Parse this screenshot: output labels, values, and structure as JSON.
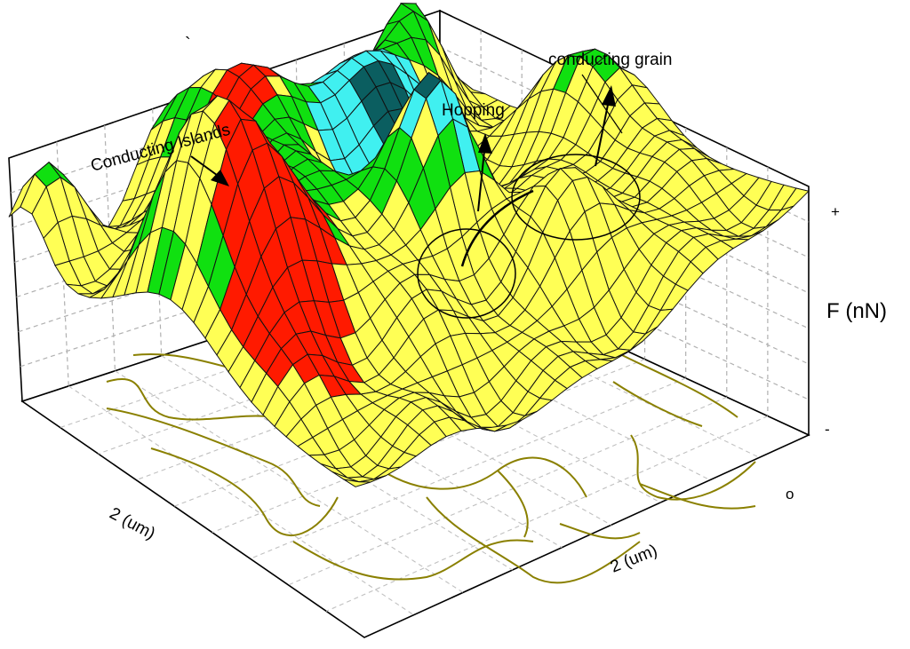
{
  "chart_data": {
    "type": "surface3d",
    "zlabel": "F (nN)",
    "z_tick_top": "+",
    "z_tick_bottom": "-",
    "x_label": "2 (um)",
    "y_label": "2 (um)",
    "origin_tick": "o",
    "back_tick": "`",
    "annotations": {
      "islands": "Conducting Islands",
      "hopping": "Hopping",
      "grain": "conducting grain"
    },
    "color_bands": [
      "#ff1a00",
      "#10e010",
      "#ffff55",
      "#40f0f0",
      "#0b5e60"
    ],
    "contour_color": "#8a8000",
    "grid": true
  }
}
